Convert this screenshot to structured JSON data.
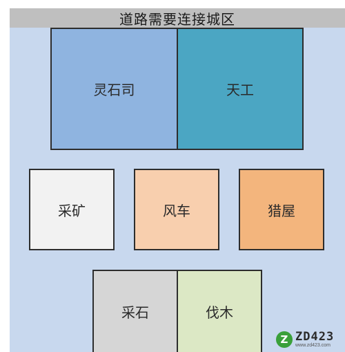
{
  "header": {
    "title": "道路需要连接城区"
  },
  "zones": {
    "lingshisi": {
      "label": "灵石司",
      "color": "#8fb4e0"
    },
    "tiangong": {
      "label": "天工",
      "color": "#4ba6c3"
    },
    "caikuang": {
      "label": "采矿",
      "color": "#f2f2f2"
    },
    "fengche": {
      "label": "风车",
      "color": "#f8cfae"
    },
    "liewu": {
      "label": "猎屋",
      "color": "#f3b57d"
    },
    "caishi": {
      "label": "采石",
      "color": "#d6d6d6"
    },
    "famu": {
      "label": "伐木",
      "color": "#dce8c5"
    }
  },
  "watermark": {
    "badge": "Z",
    "main": "ZD423",
    "sub": "www.zd423.com"
  }
}
